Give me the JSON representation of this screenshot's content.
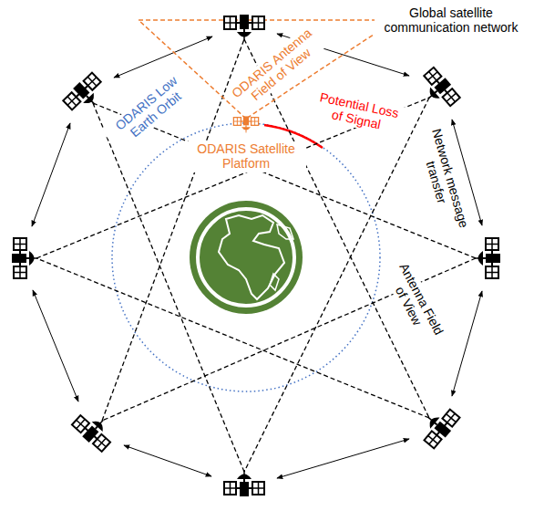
{
  "diagram": {
    "labels": [
      "Global satellite communication network",
      "ODARIS Antenna Field of View",
      "Potential Loss of Signal",
      "ODARIS Low Earth Orbit",
      "ODARIS Satellite Platform",
      "Network message transfer",
      "Antenna Field of View"
    ]
  }
}
